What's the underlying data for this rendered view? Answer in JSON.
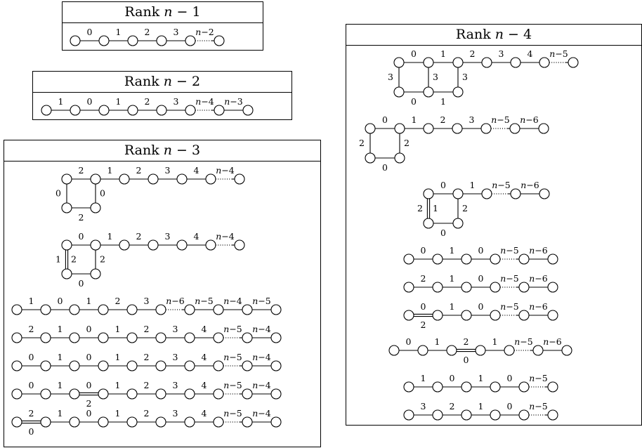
{
  "panels": [
    {
      "key": "p1",
      "title_main": "Rank ",
      "title_var": "n",
      "title_rest": " − 1"
    },
    {
      "key": "p2",
      "title_main": "Rank ",
      "title_var": "n",
      "title_rest": " − 2"
    },
    {
      "key": "p3",
      "title_main": "Rank ",
      "title_var": "n",
      "title_rest": " − 3"
    },
    {
      "key": "p4",
      "title_main": "Rank ",
      "title_var": "n",
      "title_rest": " − 4"
    }
  ],
  "diagrams": {
    "p1": [
      {
        "type": "linear",
        "labels": [
          "0",
          "1",
          "2",
          "3",
          "n−2"
        ],
        "dotted_before_last": true
      }
    ],
    "p2": [
      {
        "type": "linear",
        "labels": [
          "1",
          "0",
          "1",
          "2",
          "3",
          "n−4",
          "n−3"
        ],
        "dotted_before_index": 5
      }
    ],
    "p3": [
      {
        "type": "square_tail",
        "square": {
          "top": "2",
          "left": "0",
          "right": "0",
          "bottom": "2"
        },
        "tail": [
          "1",
          "2",
          "3",
          "4",
          "n−4"
        ],
        "dotted_before_last": true
      },
      {
        "type": "square_tail_double",
        "square": {
          "top": "0",
          "left": "1",
          "inner": "2",
          "right": "2",
          "bottom": "0"
        },
        "tail": [
          "1",
          "2",
          "3",
          "4",
          "n−4"
        ],
        "dotted_before_last": true
      },
      {
        "type": "linear",
        "labels": [
          "1",
          "0",
          "1",
          "2",
          "3",
          "n−6",
          "n−5",
          "n−4",
          "n−5"
        ],
        "dotted_before_index": 5
      },
      {
        "type": "linear",
        "labels": [
          "2",
          "1",
          "0",
          "1",
          "2",
          "3",
          "4",
          "n−5",
          "n−4"
        ],
        "dotted_before_index": 7
      },
      {
        "type": "linear",
        "labels": [
          "0",
          "1",
          "0",
          "1",
          "2",
          "3",
          "4",
          "n−5",
          "n−4"
        ],
        "dotted_before_index": 7
      },
      {
        "type": "linear",
        "labels": [
          "0",
          "1",
          "0",
          "1",
          "2",
          "3",
          "4",
          "n−5",
          "n−4"
        ],
        "double_index": 2,
        "double_label": "2",
        "dotted_before_index": 7
      },
      {
        "type": "linear",
        "labels": [
          "2",
          "1",
          "0",
          "1",
          "2",
          "3",
          "4",
          "n−5",
          "n−4"
        ],
        "double_index": 0,
        "double_label": "0",
        "dotted_before_index": 7
      }
    ],
    "p4": [
      {
        "type": "double_square",
        "labels": {
          "top1": "0",
          "top2": "1",
          "left": "3",
          "mid": "3",
          "right": "3",
          "bottom1": "0",
          "bottom2": "1"
        },
        "tail": [
          "2",
          "3",
          "4",
          "n−5"
        ],
        "dotted_before_last": true
      },
      {
        "type": "square_tail",
        "square": {
          "top": "0",
          "left": "2",
          "right": "2",
          "bottom": "0"
        },
        "tail": [
          "1",
          "2",
          "3",
          "n−5",
          "n−6"
        ],
        "dotted_before_index": 3
      },
      {
        "type": "square_tail_double",
        "square": {
          "top": "0",
          "left": "2",
          "inner": "1",
          "right": "2",
          "bottom": "0"
        },
        "tail": [
          "1",
          "n−5",
          "n−6"
        ],
        "dotted_before_index": 1
      },
      {
        "type": "linear",
        "labels": [
          "0",
          "1",
          "0",
          "n−5",
          "n−6"
        ],
        "dotted_before_index": 3
      },
      {
        "type": "linear",
        "labels": [
          "2",
          "1",
          "0",
          "n−5",
          "n−6"
        ],
        "dotted_before_index": 3
      },
      {
        "type": "linear",
        "labels": [
          "0",
          "1",
          "0",
          "n−5",
          "n−6"
        ],
        "double_index": 0,
        "double_label": "2",
        "dotted_before_index": 3
      },
      {
        "type": "linear",
        "labels": [
          "0",
          "1",
          "2",
          "1",
          "n−5",
          "n−6"
        ],
        "double_index": 2,
        "double_label": "0",
        "dotted_before_index": 4
      },
      {
        "type": "linear",
        "labels": [
          "1",
          "0",
          "1",
          "0",
          "n−5"
        ],
        "dotted_before_index": 4
      },
      {
        "type": "linear",
        "labels": [
          "3",
          "2",
          "1",
          "0",
          "n−5"
        ],
        "dotted_before_index": 4
      }
    ]
  }
}
